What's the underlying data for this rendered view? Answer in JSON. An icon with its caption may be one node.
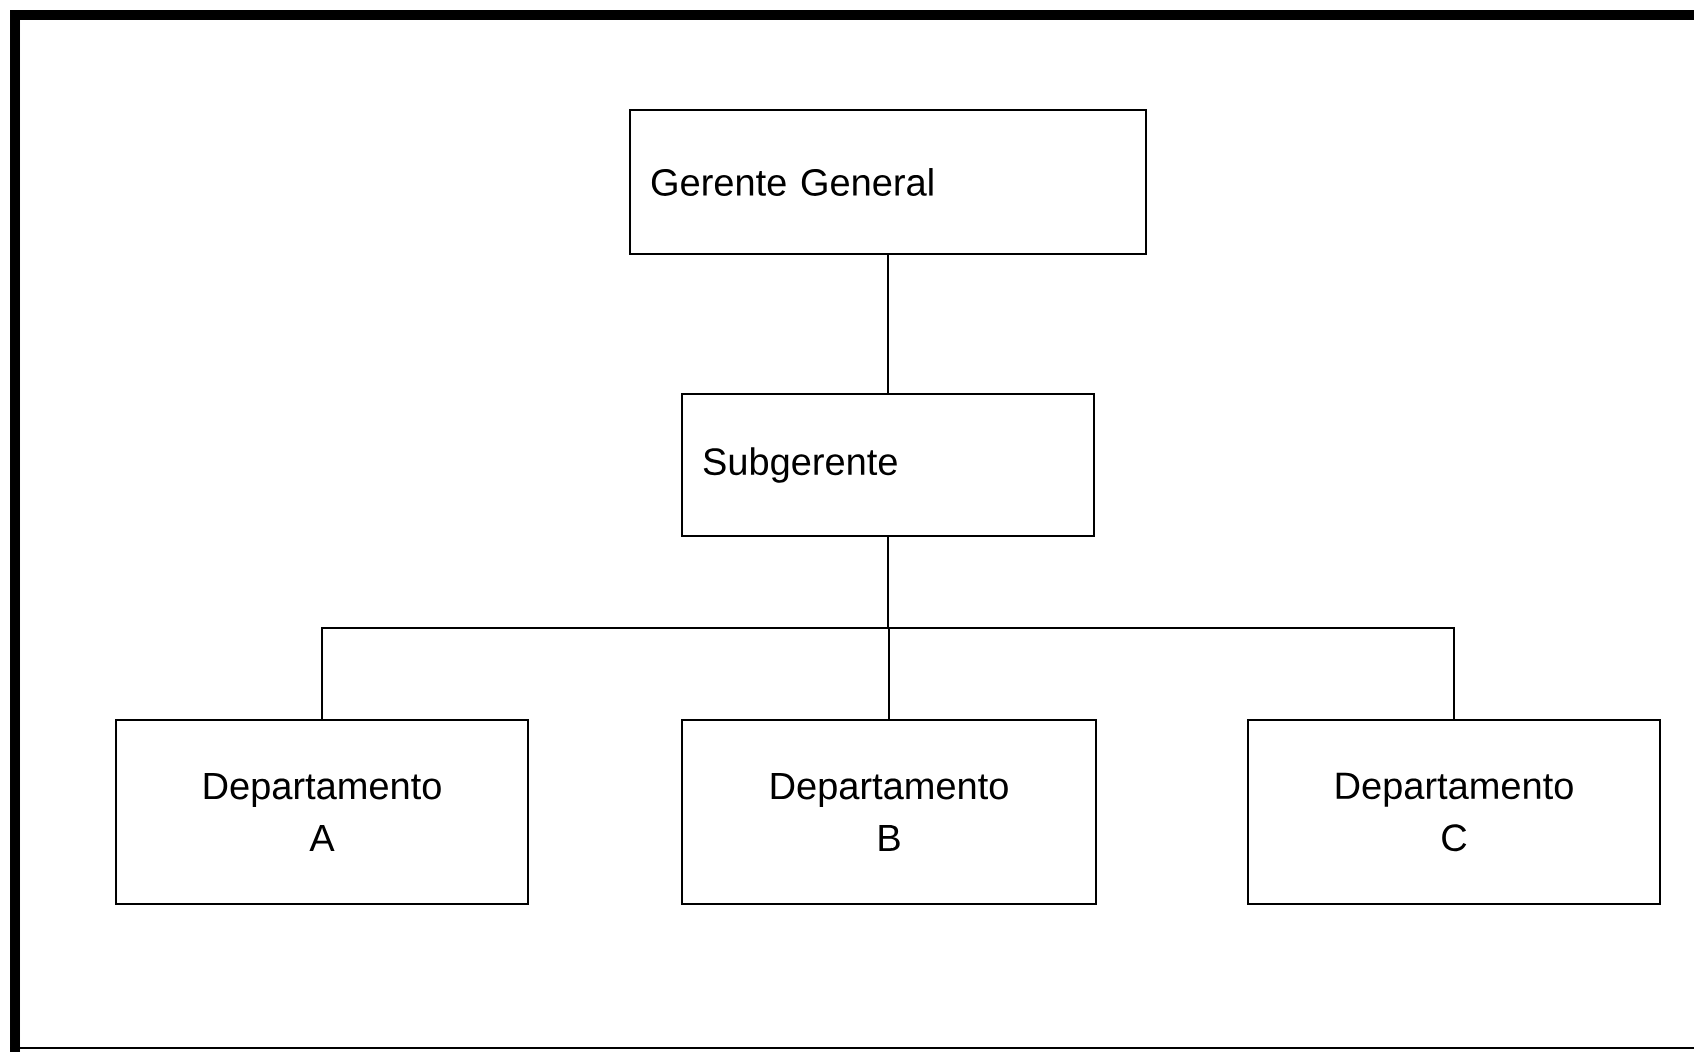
{
  "diagram": {
    "nodes": [
      {
        "text": [
          "Gerente General"
        ]
      },
      {
        "text": [
          "Subgerente"
        ]
      },
      {
        "text": [
          "Departamento A"
        ]
      },
      {
        "text": [
          "Departamento B"
        ]
      },
      {
        "text": [
          "Departamento C"
        ]
      }
    ],
    "edges": [
      {
        "from": 0,
        "to": 1,
        "arrow": "none"
      },
      {
        "from": 1,
        "to": 2,
        "arrow": "none"
      },
      {
        "from": 1,
        "to": 3,
        "arrow": "none"
      },
      {
        "from": 1,
        "to": 4,
        "arrow": "none"
      }
    ]
  }
}
